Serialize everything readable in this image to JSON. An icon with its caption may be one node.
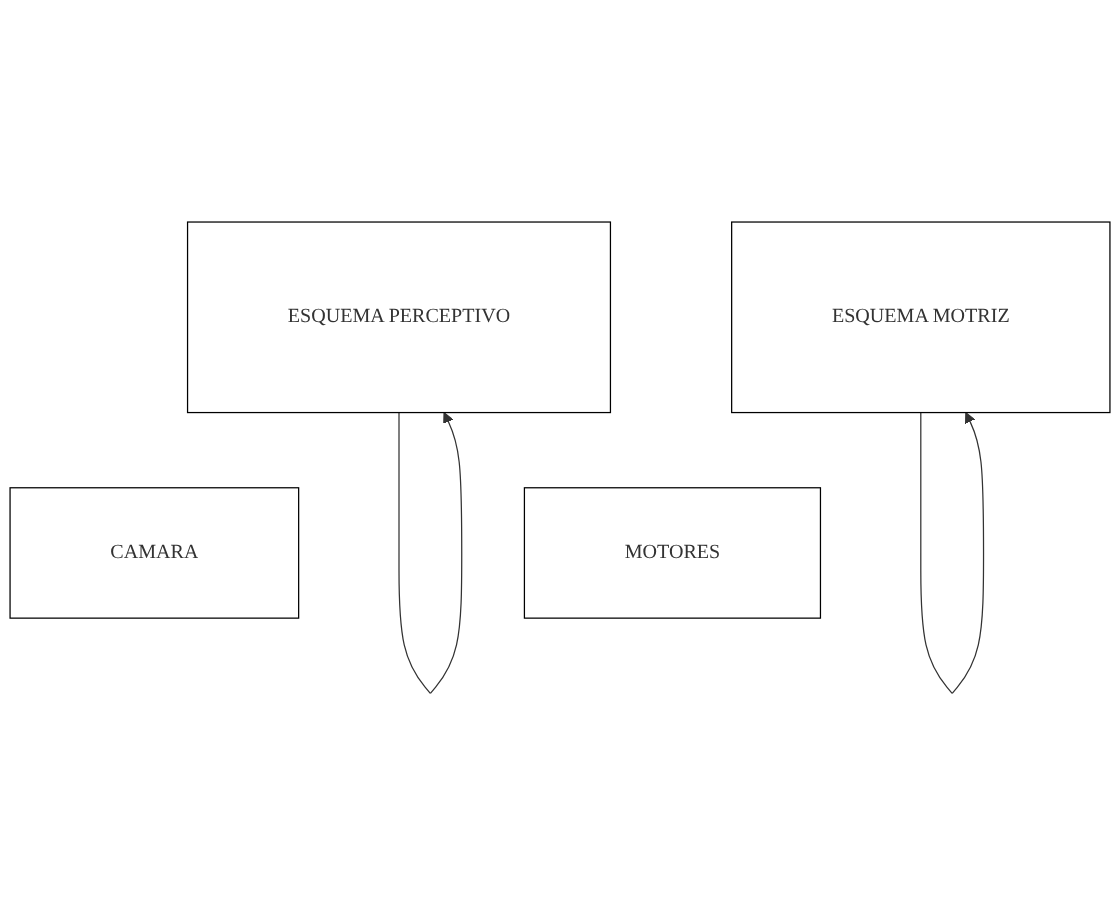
{
  "diagram": {
    "nodes": [
      {
        "text": [
          "ESQUEMA PERCEPTIVO"
        ]
      },
      {
        "text": [
          "ESQUEMA MOTRIZ"
        ]
      },
      {
        "text": [
          "CAMARA"
        ]
      },
      {
        "text": [
          "MOTORES"
        ]
      }
    ],
    "edges": [
      {
        "from": 0,
        "to": 0,
        "arrow": "to"
      },
      {
        "from": 1,
        "to": 1,
        "arrow": "to"
      }
    ]
  }
}
